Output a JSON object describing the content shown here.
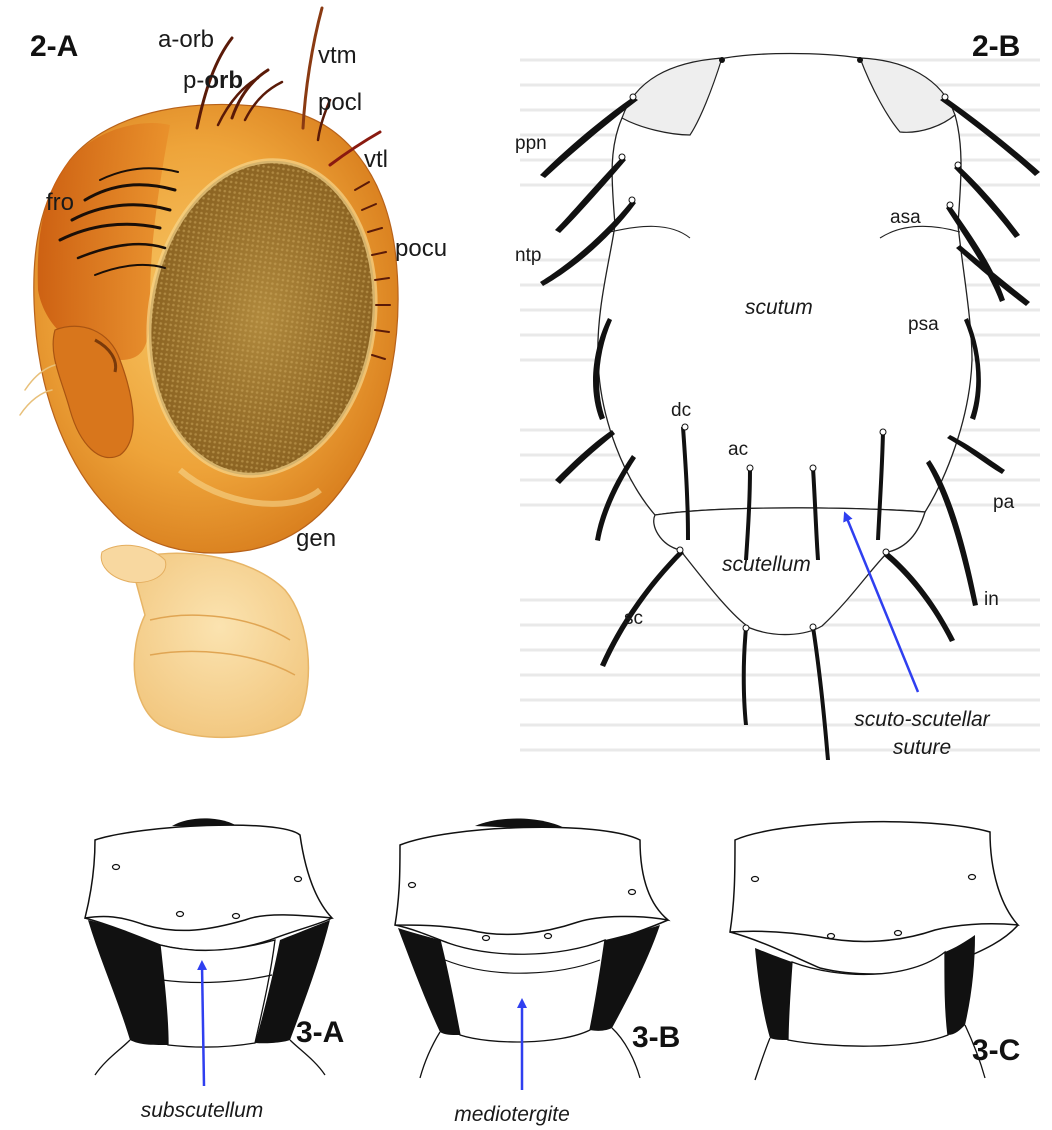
{
  "panel_2a": {
    "id": "2-A",
    "labels": {
      "a_orb": "a-orb",
      "p_orb_prefix": "p-",
      "p_orb_bold": "orb",
      "vtm": "vtm",
      "pocl": "pocl",
      "vtl": "vtl",
      "fro": "fro",
      "pocu": "pocu",
      "gen": "gen"
    }
  },
  "panel_2b": {
    "id": "2-B",
    "labels": {
      "ppn": "ppn",
      "ntp": "ntp",
      "asa": "asa",
      "scutum": "scutum",
      "psa": "psa",
      "dc": "dc",
      "ac": "ac",
      "pa": "pa",
      "scutellum": "scutellum",
      "sc": "sc",
      "in": "in",
      "suture_line1": "scuto-scutellar",
      "suture_line2": "suture"
    }
  },
  "panel_3a": {
    "id": "3-A",
    "callout": "subscutellum"
  },
  "panel_3b": {
    "id": "3-B",
    "callout": "mediotergite"
  },
  "panel_3c": {
    "id": "3-C"
  },
  "colors": {
    "arrow": "#2f3ff0",
    "head_dark": "#c4580f",
    "head_light": "#f2b54a",
    "eye": "#9c6b2a",
    "bristle": "#1a0f08",
    "ink": "#111111"
  }
}
